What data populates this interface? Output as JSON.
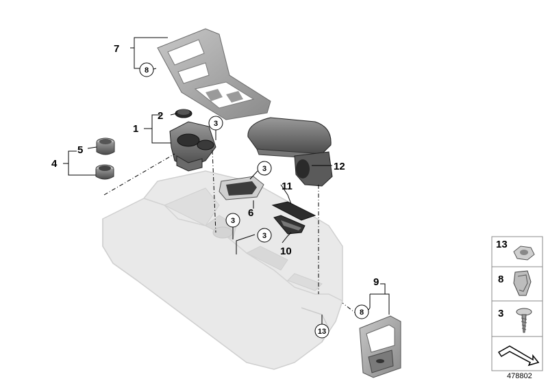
{
  "diagram": {
    "document_number": "478802",
    "callouts": {
      "c1": "1",
      "c2": "2",
      "c4": "4",
      "c5": "5",
      "c6": "6",
      "c7": "7",
      "c9": "9",
      "c10": "10",
      "c11": "11",
      "c12": "12"
    },
    "circled_refs": {
      "r3a": "3",
      "r3b": "3",
      "r3c": "3",
      "r3d": "3",
      "r8a": "8",
      "r8b": "8",
      "r13": "13"
    },
    "legend": [
      {
        "number": "13",
        "part": "nut-icon"
      },
      {
        "number": "8",
        "part": "clip-icon"
      },
      {
        "number": "3",
        "part": "screw-icon"
      },
      {
        "number": "",
        "part": "arrow-icon"
      }
    ]
  }
}
